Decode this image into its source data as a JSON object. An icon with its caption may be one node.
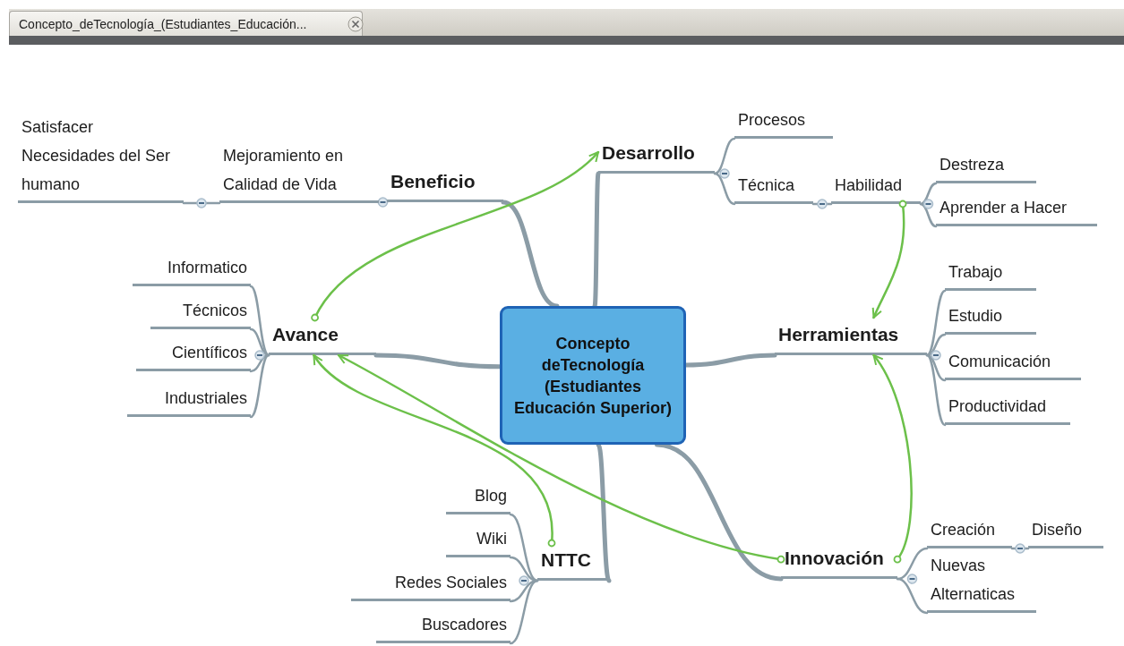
{
  "diagram": {
    "nodes": [
      {
        "text": [
          "Concepto deTecnología (Estudiantes Educación Superior)"
        ]
      },
      {
        "text": [
          "Satisfacer Necesidades del Ser humano"
        ]
      },
      {
        "text": [
          "Mejoramiento en Calidad de Vida"
        ]
      },
      {
        "text": [
          "Beneficio"
        ]
      },
      {
        "text": [
          "Procesos"
        ]
      },
      {
        "text": [
          "Desarrollo"
        ]
      },
      {
        "text": [
          "Técnica"
        ]
      },
      {
        "text": [
          "Habilidad"
        ]
      },
      {
        "text": [
          "Destreza"
        ]
      },
      {
        "text": [
          "Aprender a Hacer"
        ]
      },
      {
        "text": [
          "Informatico"
        ]
      },
      {
        "text": [
          "Técnicos"
        ]
      },
      {
        "text": [
          "Avance"
        ]
      },
      {
        "text": [
          "Científicos"
        ]
      },
      {
        "text": [
          "Industriales"
        ]
      },
      {
        "text": [
          "Herramientas"
        ]
      },
      {
        "text": [
          "Trabajo"
        ]
      },
      {
        "text": [
          "Estudio"
        ]
      },
      {
        "text": [
          "Comunicación"
        ]
      },
      {
        "text": [
          "Productividad"
        ]
      },
      {
        "text": [
          "Blog"
        ]
      },
      {
        "text": [
          "Wiki"
        ]
      },
      {
        "text": [
          "NTTC"
        ]
      },
      {
        "text": [
          "Redes Sociales"
        ]
      },
      {
        "text": [
          "Buscadores"
        ]
      },
      {
        "text": [
          "Creación"
        ]
      },
      {
        "text": [
          "Diseño"
        ]
      },
      {
        "text": [
          "Innovación"
        ]
      },
      {
        "text": [
          "Nuevas Alternaticas"
        ]
      }
    ],
    "edges": [
      {
        "from": 0,
        "to": 3,
        "arrow": "none",
        "style": "thick"
      },
      {
        "from": 0,
        "to": 5,
        "arrow": "none",
        "style": "thick"
      },
      {
        "from": 0,
        "to": 12,
        "arrow": "none",
        "style": "thick"
      },
      {
        "from": 0,
        "to": 15,
        "arrow": "none",
        "style": "thick"
      },
      {
        "from": 0,
        "to": 22,
        "arrow": "none",
        "style": "thick"
      },
      {
        "from": 0,
        "to": 27,
        "arrow": "none",
        "style": "thick"
      },
      {
        "from": 3,
        "to": 2,
        "arrow": "none"
      },
      {
        "from": 2,
        "to": 1,
        "arrow": "none"
      },
      {
        "from": 5,
        "to": 4,
        "arrow": "none"
      },
      {
        "from": 5,
        "to": 6,
        "arrow": "none"
      },
      {
        "from": 6,
        "to": 7,
        "arrow": "none"
      },
      {
        "from": 7,
        "to": 8,
        "arrow": "none"
      },
      {
        "from": 7,
        "to": 9,
        "arrow": "none"
      },
      {
        "from": 12,
        "to": 10,
        "arrow": "none"
      },
      {
        "from": 12,
        "to": 11,
        "arrow": "none"
      },
      {
        "from": 12,
        "to": 13,
        "arrow": "none"
      },
      {
        "from": 12,
        "to": 14,
        "arrow": "none"
      },
      {
        "from": 15,
        "to": 16,
        "arrow": "none"
      },
      {
        "from": 15,
        "to": 17,
        "arrow": "none"
      },
      {
        "from": 15,
        "to": 18,
        "arrow": "none"
      },
      {
        "from": 15,
        "to": 19,
        "arrow": "none"
      },
      {
        "from": 22,
        "to": 20,
        "arrow": "none"
      },
      {
        "from": 22,
        "to": 21,
        "arrow": "none"
      },
      {
        "from": 22,
        "to": 23,
        "arrow": "none"
      },
      {
        "from": 22,
        "to": 24,
        "arrow": "none"
      },
      {
        "from": 27,
        "to": 25,
        "arrow": "none"
      },
      {
        "from": 25,
        "to": 26,
        "arrow": "none"
      },
      {
        "from": 27,
        "to": 28,
        "arrow": "none"
      },
      {
        "from": 12,
        "to": 5,
        "arrow": "to",
        "color": "#6cc04a"
      },
      {
        "from": 7,
        "to": 15,
        "arrow": "to",
        "color": "#6cc04a"
      },
      {
        "from": 27,
        "to": 15,
        "arrow": "to",
        "color": "#6cc04a"
      },
      {
        "from": 27,
        "to": 12,
        "arrow": "to",
        "color": "#6cc04a"
      },
      {
        "from": 22,
        "to": 12,
        "arrow": "to",
        "color": "#6cc04a"
      }
    ],
    "labels": [
      "Concepto_deTecnología_(Estudiantes_Educación..."
    ]
  }
}
